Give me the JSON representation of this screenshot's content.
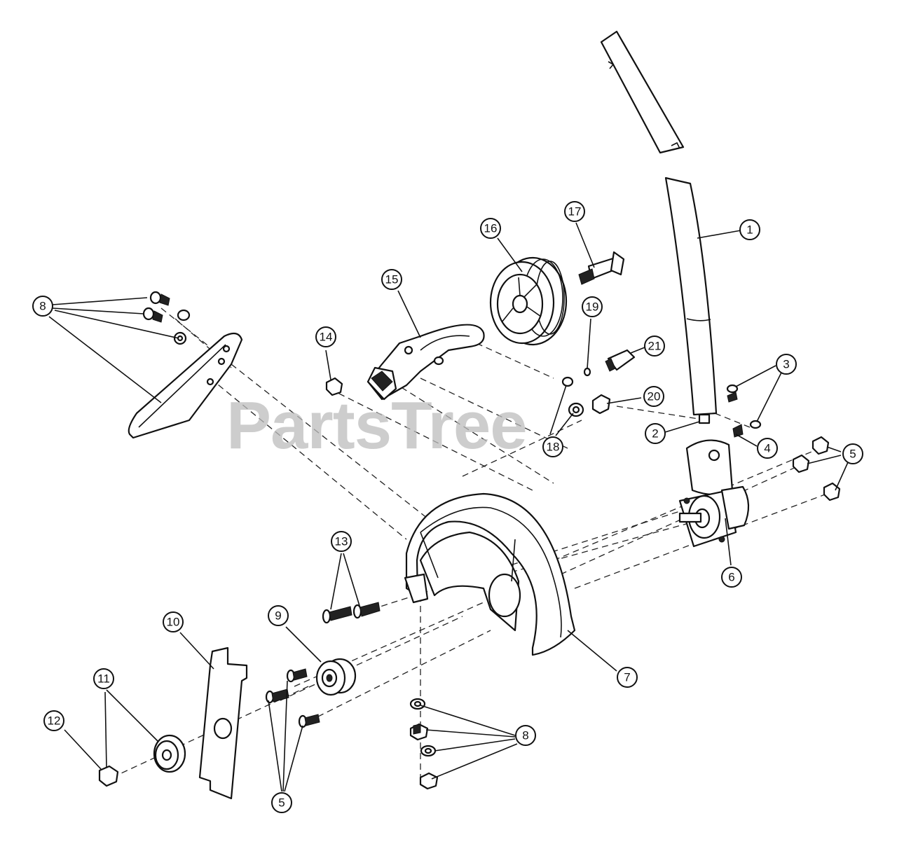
{
  "watermark": "PartsTree",
  "callouts": [
    {
      "id": "c1",
      "label": "1"
    },
    {
      "id": "c2",
      "label": "2"
    },
    {
      "id": "c3",
      "label": "3"
    },
    {
      "id": "c4",
      "label": "4"
    },
    {
      "id": "c5a",
      "label": "5"
    },
    {
      "id": "c5b",
      "label": "5"
    },
    {
      "id": "c6",
      "label": "6"
    },
    {
      "id": "c7",
      "label": "7"
    },
    {
      "id": "c8a",
      "label": "8"
    },
    {
      "id": "c8b",
      "label": "8"
    },
    {
      "id": "c9",
      "label": "9"
    },
    {
      "id": "c10",
      "label": "10"
    },
    {
      "id": "c11",
      "label": "11"
    },
    {
      "id": "c12",
      "label": "12"
    },
    {
      "id": "c13",
      "label": "13"
    },
    {
      "id": "c14",
      "label": "14"
    },
    {
      "id": "c15",
      "label": "15"
    },
    {
      "id": "c16",
      "label": "16"
    },
    {
      "id": "c17",
      "label": "17"
    },
    {
      "id": "c18",
      "label": "18"
    },
    {
      "id": "c19",
      "label": "19"
    },
    {
      "id": "c20",
      "label": "20"
    },
    {
      "id": "c21",
      "label": "21"
    }
  ]
}
